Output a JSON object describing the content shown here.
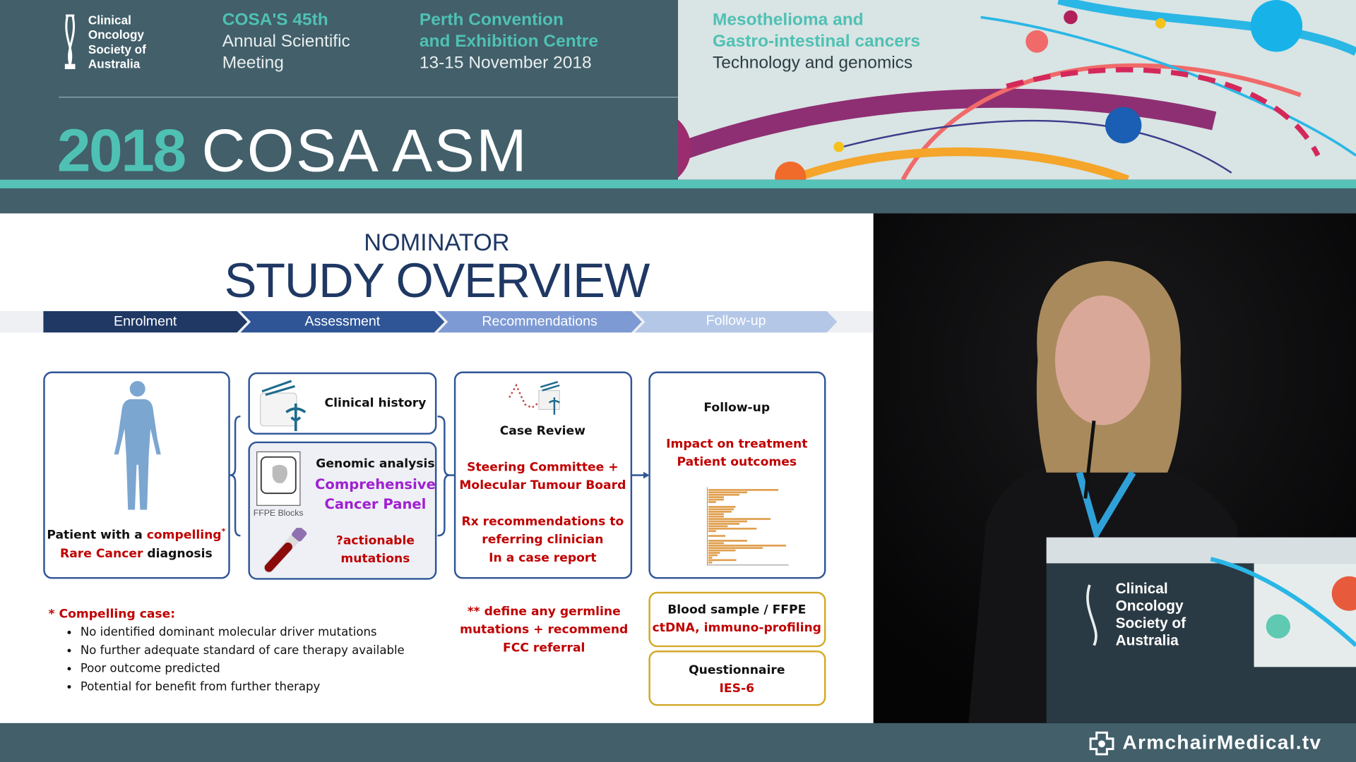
{
  "banner": {
    "logo": {
      "lines": [
        "Clinical",
        "Oncology",
        "Society of",
        "Australia"
      ]
    },
    "meeting": {
      "highlight": "COSA'S 45th",
      "lines": [
        "Annual Scientific",
        "Meeting"
      ]
    },
    "venue": {
      "highlight_lines": [
        "Perth Convention",
        "and Exhibition Centre"
      ],
      "dates": "13-15 November 2018"
    },
    "theme": {
      "highlight_lines": [
        "Mesothelioma and",
        "Gastro-intestinal cancers"
      ],
      "subtitle": "Technology and genomics"
    },
    "title_year": "2018",
    "title_text": "COSA ASM",
    "colors": {
      "teal": "#4fc1b4",
      "slate": "#425f6a",
      "magenta": "#9b2d6e"
    }
  },
  "slide": {
    "kicker": "NOMINATOR",
    "title": "STUDY OVERVIEW",
    "steps": [
      "Enrolment",
      "Assessment",
      "Recommendations",
      "Follow-up"
    ],
    "enrolment_box": {
      "line1_prefix": "Patient with a ",
      "line1_emph": "compelling",
      "asterisk": "*",
      "line2_emph": "Rare Cancer",
      "line2_suffix": " diagnosis"
    },
    "clinical_history": "Clinical history",
    "genomic": {
      "title": "Genomic analysis",
      "panel_lines": [
        "Comprehensive",
        "Cancer Panel"
      ],
      "ffpe_label": "FFPE Blocks",
      "actionable_lines": [
        "?actionable",
        "mutations"
      ]
    },
    "case_review": {
      "title": "Case Review",
      "committee_lines": [
        "Steering Committee +",
        "Molecular Tumour Board"
      ],
      "rx_lines": [
        "Rx recommendations to",
        "referring clinician",
        "In a case report"
      ]
    },
    "follow_up": {
      "title": "Follow-up",
      "impact_lines": [
        "Impact on treatment",
        "Patient outcomes"
      ]
    },
    "blood_box": {
      "title": "Blood sample / FFPE",
      "detail": "ctDNA, immuno-profiling"
    },
    "questionnaire_box": {
      "title": "Questionnaire",
      "detail": "IES-6"
    },
    "germline_note": [
      "** define any germline",
      "mutations + recommend",
      "FCC referral"
    ],
    "compelling": {
      "heading": "* Compelling case:",
      "bullets": [
        "No identified dominant molecular driver mutations",
        "No further adequate standard of care therapy available",
        "Poor outcome predicted",
        "Potential for benefit from further therapy"
      ]
    }
  },
  "video": {
    "podium_logo": [
      "Clinical",
      "Oncology",
      "Society of",
      "Australia"
    ]
  },
  "footer": {
    "brand": "ArmchairMedical.tv"
  }
}
